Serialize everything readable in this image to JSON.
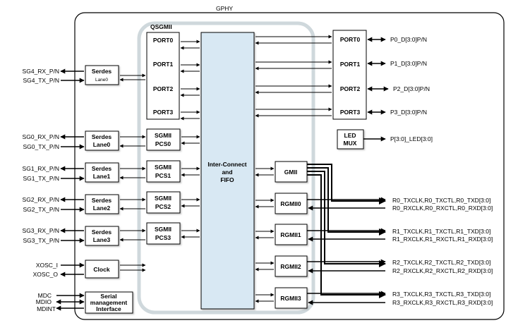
{
  "title": "GPHY",
  "qsgmii": {
    "label": "QSGMII",
    "ports": [
      "PORT0",
      "PORT1",
      "PORT2",
      "PORT3"
    ]
  },
  "interconnect": {
    "line1": "Inter-Connect",
    "line2": "and",
    "line3": "FIFO"
  },
  "out_ports": [
    "PORT0",
    "PORT1",
    "PORT2",
    "PORT3"
  ],
  "out_signals": [
    "P0_D[3:0]P/N",
    "P1_D[3:0]P/N",
    "P2_D[3:0]P/N",
    "P3_D[3:0]P/N"
  ],
  "led_mux": {
    "line1": "LED",
    "line2": "MUX",
    "signal": "P[3:0]_LED[3:0]"
  },
  "serdes": [
    {
      "line1": "Serdes",
      "line2": "Lane0",
      "rx": "SG4_RX_P/N",
      "tx": "SG4_TX_P/N"
    },
    {
      "line1": "Serdes",
      "line2": "Lane0",
      "rx": "SG0_RX_P/N",
      "tx": "SG0_TX_P/N"
    },
    {
      "line1": "Serdes",
      "line2": "Lane1",
      "rx": "SG1_RX_P/N",
      "tx": "SG1_TX_P/N"
    },
    {
      "line1": "Serdes",
      "line2": "Lane2",
      "rx": "SG2_RX_P/N",
      "tx": "SG2_TX_P/N"
    },
    {
      "line1": "Serdes",
      "line2": "Lane3",
      "rx": "SG3_RX_P/N",
      "tx": "SG3_TX_P/N"
    }
  ],
  "pcs": [
    {
      "line1": "SGMII",
      "line2": "PCS0"
    },
    {
      "line1": "SGMII",
      "line2": "PCS1"
    },
    {
      "line1": "SGMII",
      "line2": "PCS2"
    },
    {
      "line1": "SGMII",
      "line2": "PCS3"
    }
  ],
  "clock": {
    "label": "Clock",
    "in1": "XOSC_I",
    "in2": "XOSC_O"
  },
  "smi": {
    "line1": "Serial",
    "line2": "management",
    "line3": "Interface",
    "signals": [
      "MDC",
      "MDIO",
      "MDINT"
    ]
  },
  "gmii": "GMII",
  "rgmii": [
    "RGMII0",
    "RGMII1",
    "RGMII2",
    "RGMII3"
  ],
  "rgmii_signals": [
    [
      "R0_TXCLK,R0_TXCTL,R0_TXD[3:0]",
      "R0_RXCLK,R0_RXCTL,R0_RXD[3:0]"
    ],
    [
      "R1_TXCLK,R1_TXCTL,R1_TXD[3:0]",
      "R1_RXCLK,R1_RXCTL,R1_RXD[3:0]"
    ],
    [
      "R2_TXCLK,R2_TXCTL,R2_TXD[3:0]",
      "R2_RXCLK,R2_RXCTL,R2_RXD[3:0]"
    ],
    [
      "R3_TXCLK,R3_TXCTL,R3_TXD[3:0]",
      "R3_RXCLK,R3_RXCTL,R3_RXD[3:0]"
    ]
  ],
  "colors": {
    "interconnect_fill": "#d8e8f3",
    "box_fill": "#ffffff",
    "stroke": "#000000"
  }
}
